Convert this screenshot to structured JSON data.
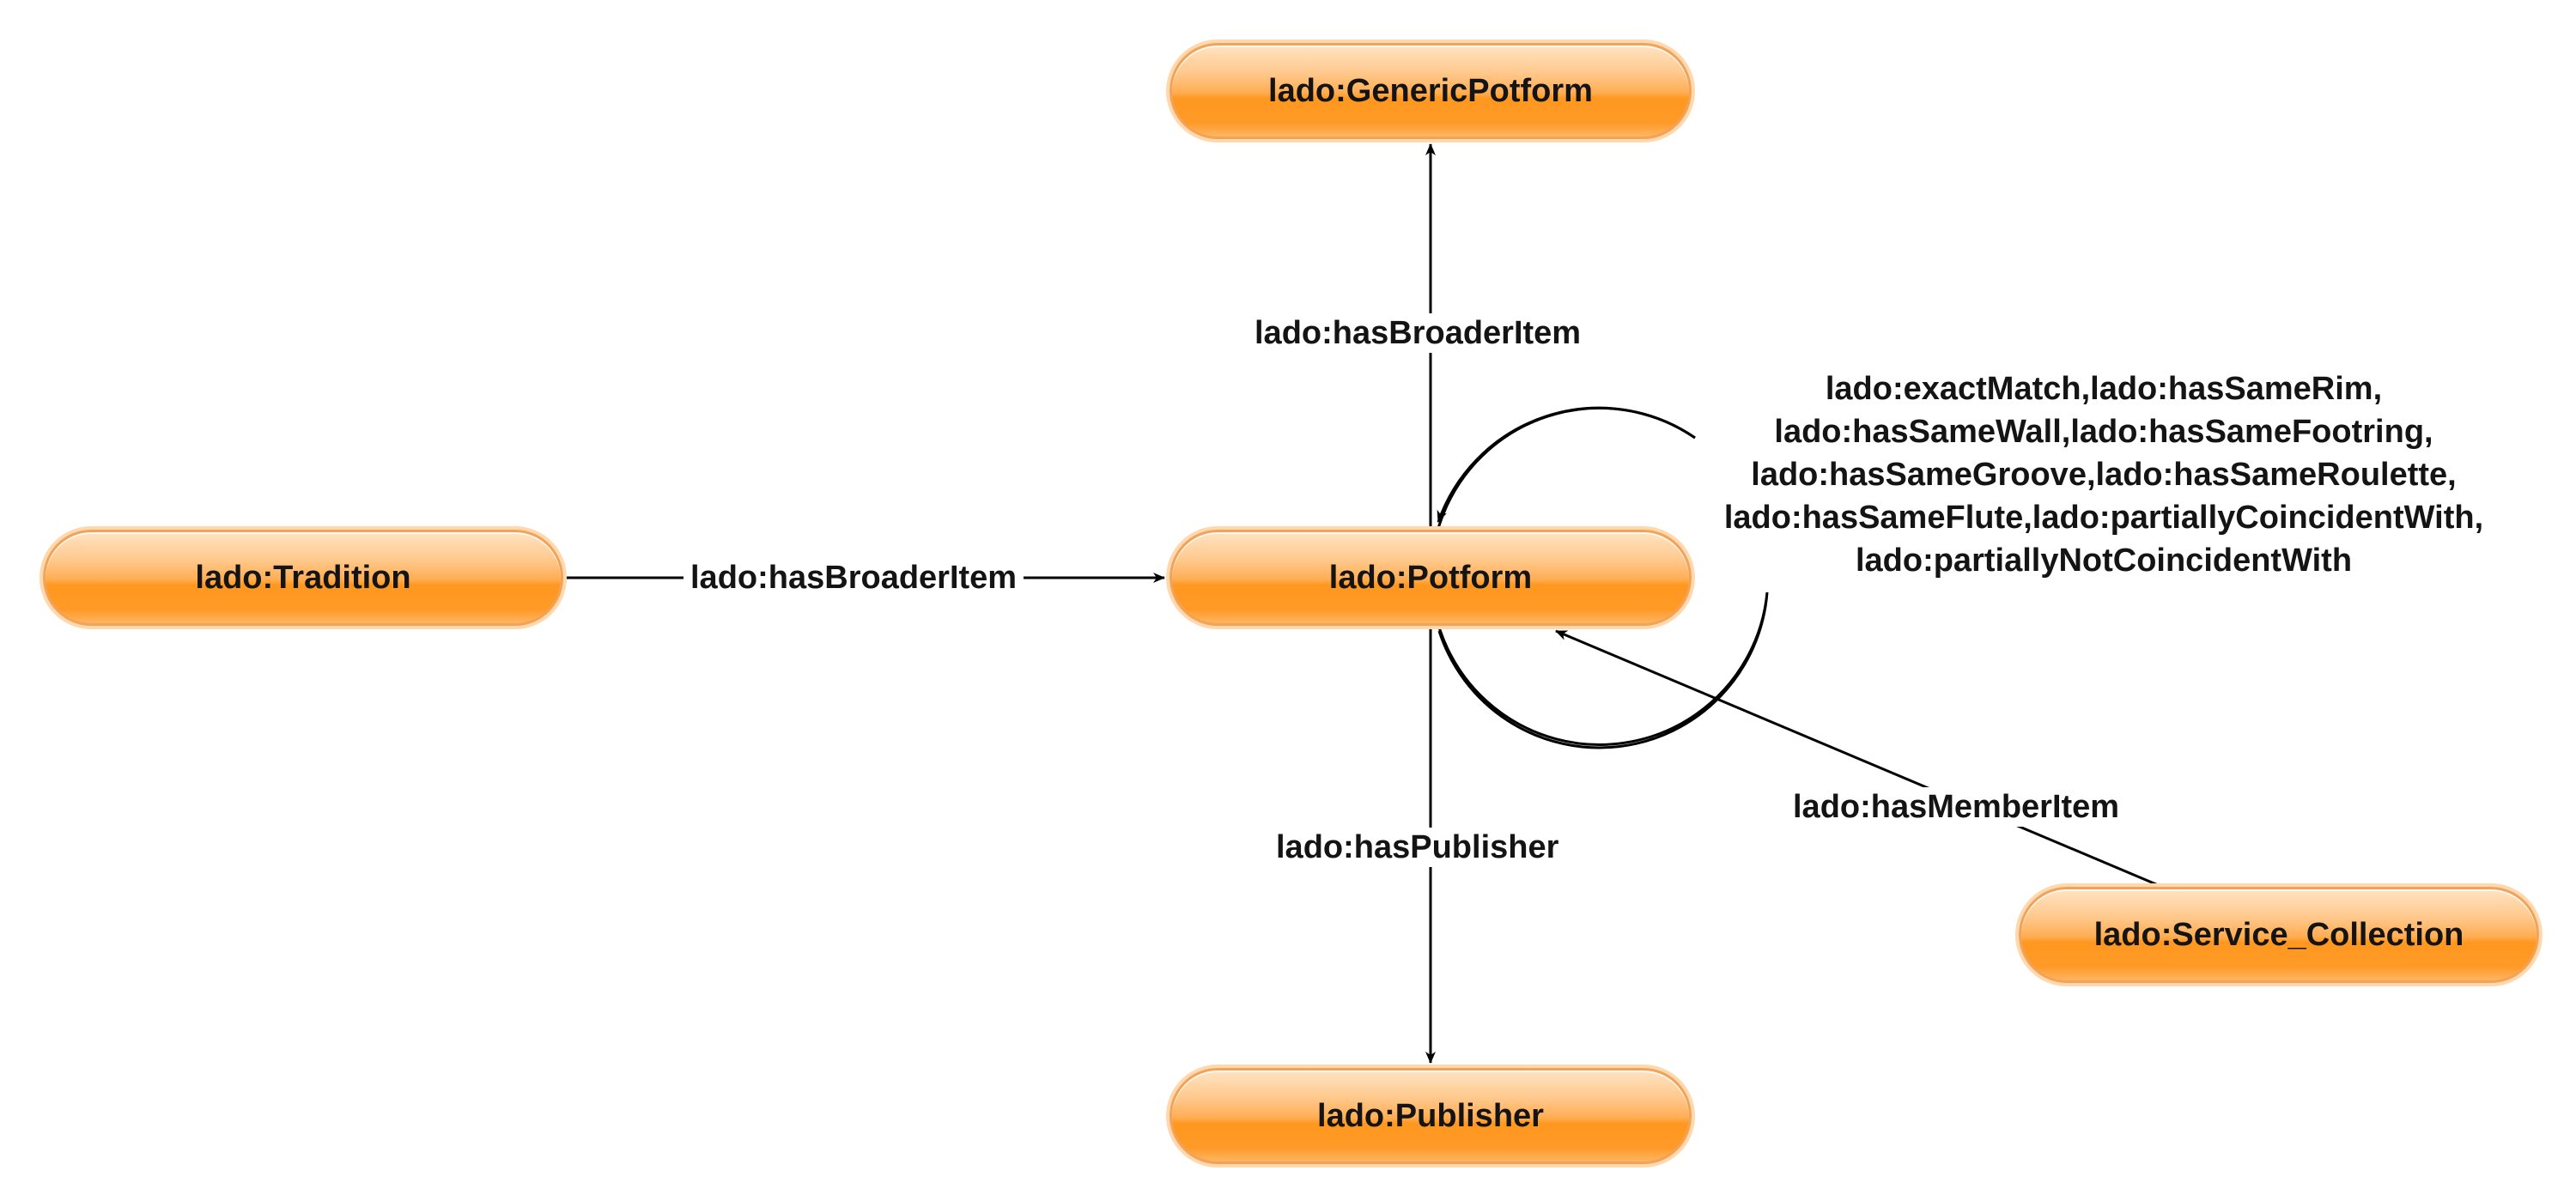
{
  "nodes": {
    "generic_potform": "lado:GenericPotform",
    "tradition": "lado:Tradition",
    "potform": "lado:Potform",
    "publisher": "lado:Publisher",
    "service_collection": "lado:Service_Collection"
  },
  "edges": {
    "potform_to_generic": "lado:hasBroaderItem",
    "tradition_to_potform": "lado:hasBroaderItem",
    "potform_to_publisher": "lado:hasPublisher",
    "service_to_potform": "lado:hasMemberItem",
    "self_loop_lines": [
      "lado:exactMatch,lado:hasSameRim,",
      "lado:hasSameWall,lado:hasSameFootring,",
      "lado:hasSameGroove,lado:hasSameRoulette,",
      "lado:hasSameFlute,lado:partiallyCoincidentWith,",
      "lado:partiallyNotCoincidentWith"
    ]
  },
  "colors": {
    "node_fill": "#ff9a28",
    "node_border": "#f2a35a",
    "edge": "#000000",
    "text": "#141414"
  }
}
